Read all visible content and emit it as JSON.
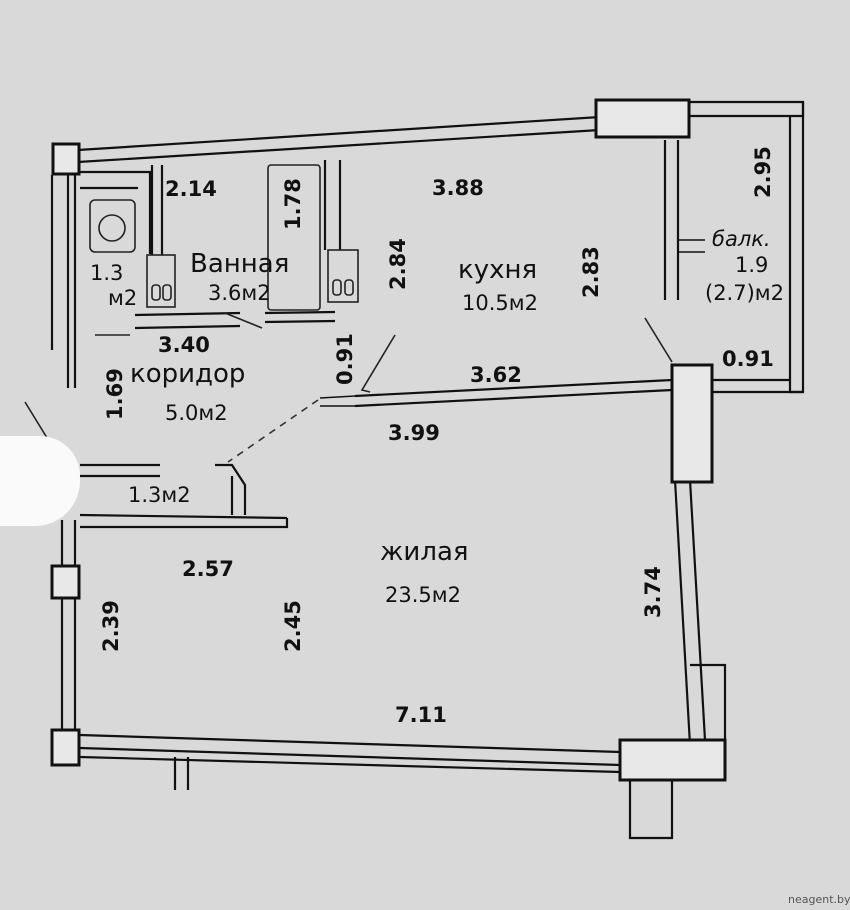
{
  "rooms": {
    "bath": {
      "name": "Ванная",
      "area": "3.6м2"
    },
    "wc": {
      "area_a": "1.3",
      "area_b": "м2"
    },
    "kitchen": {
      "name": "кухня",
      "area": "10.5м2"
    },
    "balcony": {
      "name": "балк.",
      "area_a": "1.9",
      "area_b": "(2.7)м2"
    },
    "corridor": {
      "name": "коридор",
      "area": "5.0м2"
    },
    "storage": {
      "area": "1.3м2"
    },
    "living": {
      "name": "жилая",
      "area": "23.5м2"
    }
  },
  "dims": {
    "d214": "2.14",
    "d178": "1.78",
    "d388": "3.88",
    "d295": "2.95",
    "d284": "2.84",
    "d283": "2.83",
    "d340": "3.40",
    "d091a": "0.91",
    "d362": "3.62",
    "d091b": "0.91",
    "d169": "1.69",
    "d399": "3.99",
    "d257": "2.57",
    "d245": "2.45",
    "d239": "2.39",
    "d374": "3.74",
    "d711": "7.11"
  },
  "watermark": "neagent.by"
}
